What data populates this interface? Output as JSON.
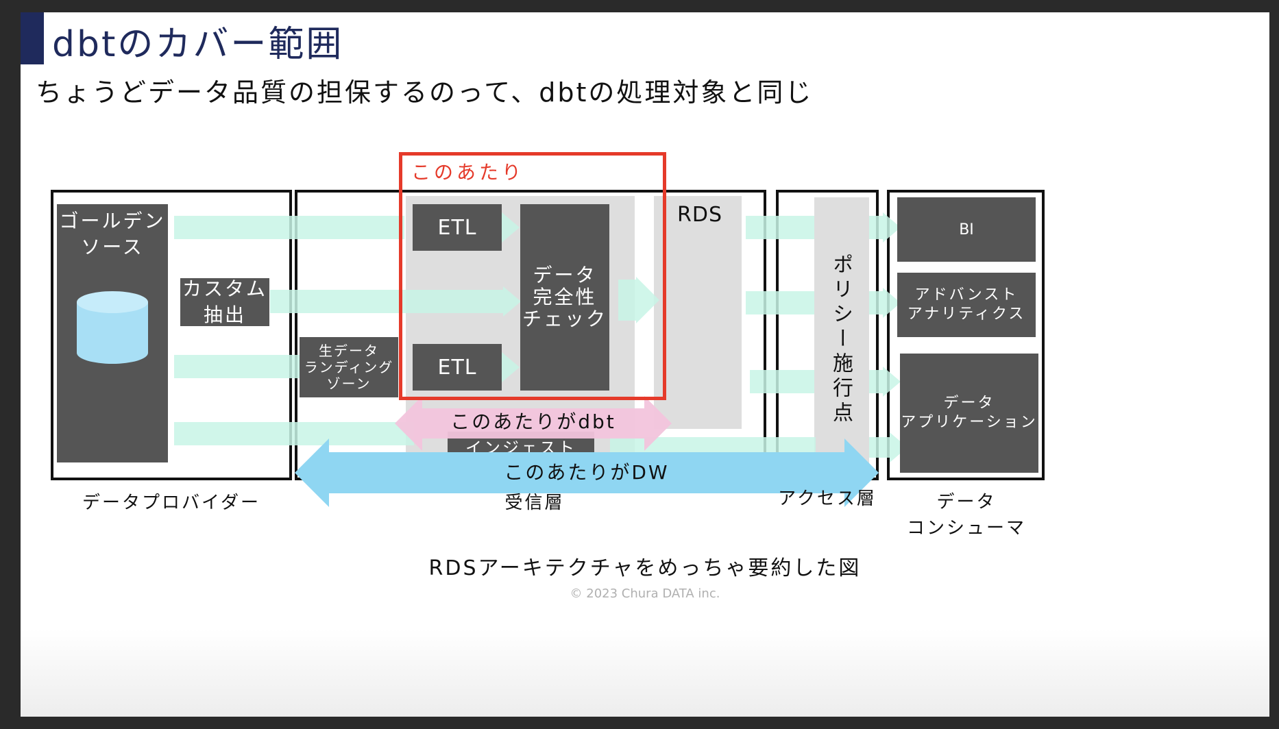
{
  "slide": {
    "title": "dbtのカバー範囲",
    "subtitle": "ちょうどデータ品質の担保するのって、dbtの処理対象と同じ",
    "caption": "RDSアーキテクチャをめっちゃ要約した図",
    "copyright": "© 2023 Chura DATA inc."
  },
  "diagram": {
    "highlight_label": "このあたり",
    "provider": {
      "golden_source": "ゴールデン\nソース",
      "custom_extract": "カスタム\n抽出",
      "section_label": "データプロバイダー"
    },
    "receive": {
      "raw_landing": "生データ\nランディング\nゾーン",
      "etl_top": "ETL",
      "etl_bottom": "ETL",
      "completeness_check": "データ\n完全性\nチェック",
      "ingest": "インジェスト",
      "rds": "RDS",
      "section_label": "受信層"
    },
    "access": {
      "policy_point": "ポリシー施行点",
      "section_label": "アクセス層"
    },
    "consumer": {
      "bi": "BI",
      "advanced_analytics": "アドバンスト\nアナリティクス",
      "data_app": "データ\nアプリケーション",
      "section_label": "データ\nコンシューマ"
    },
    "dbt_arrow": "このあたりがdbt",
    "dw_arrow": "このあたりがDW"
  },
  "colors": {
    "title": "#1f2a5c",
    "highlight": "#e53a2a",
    "flow_band": "#c8f4e6",
    "dbt_arrow": "#f2c4dc",
    "dw_arrow": "#8fd6f2",
    "database": "#a8dff5"
  }
}
